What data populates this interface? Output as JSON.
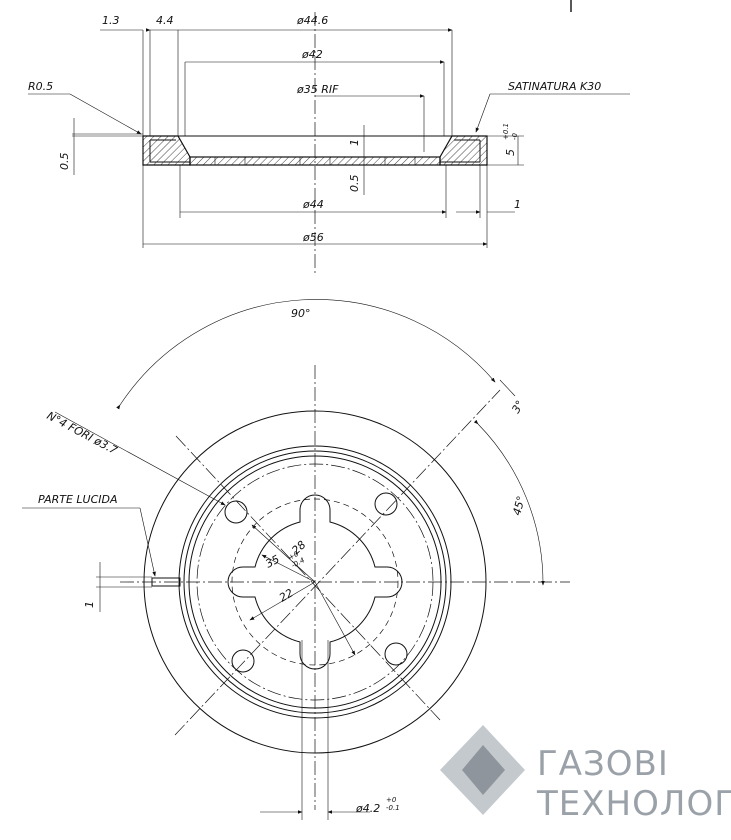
{
  "section_view": {
    "dims": {
      "d_1_3": "1.3",
      "d_4_4": "4.4",
      "d_44_6": "ø44.6",
      "d_42": "ø42",
      "d_35_rif": "ø35 RIF",
      "r_0_5": "R0.5",
      "satinatura": "SATINATURA K30",
      "h_0_5": "0.5",
      "h_1": "1",
      "h_0_5b": "0.5",
      "h_5": "5",
      "h_5_tol_up": "+0.1",
      "h_5_tol_low": "-0",
      "d_44": "ø44",
      "d_56": "ø56",
      "w_1": "1"
    }
  },
  "plan_view": {
    "dims": {
      "angle_90": "90°",
      "angle_3": "3°",
      "angle_45": "45°",
      "holes": "N°4 FORI ø3.7",
      "parte_lucida": "PARTE LUCIDA",
      "d_28": "28",
      "d_35": "35",
      "d_35_tol_up": "+0",
      "d_35_tol_low": "-0.4",
      "d_22": "22",
      "w_1": "1",
      "d_4_2": "ø4.2",
      "d_4_2_tol_up": "+0",
      "d_4_2_tol_low": "-0.1"
    }
  },
  "logo": {
    "line1": "ГАЗОВІ",
    "line2": "ТЕХНОЛОГІЇ",
    "colors": {
      "dark": "#8e959c",
      "light": "#c4c9ce"
    }
  }
}
